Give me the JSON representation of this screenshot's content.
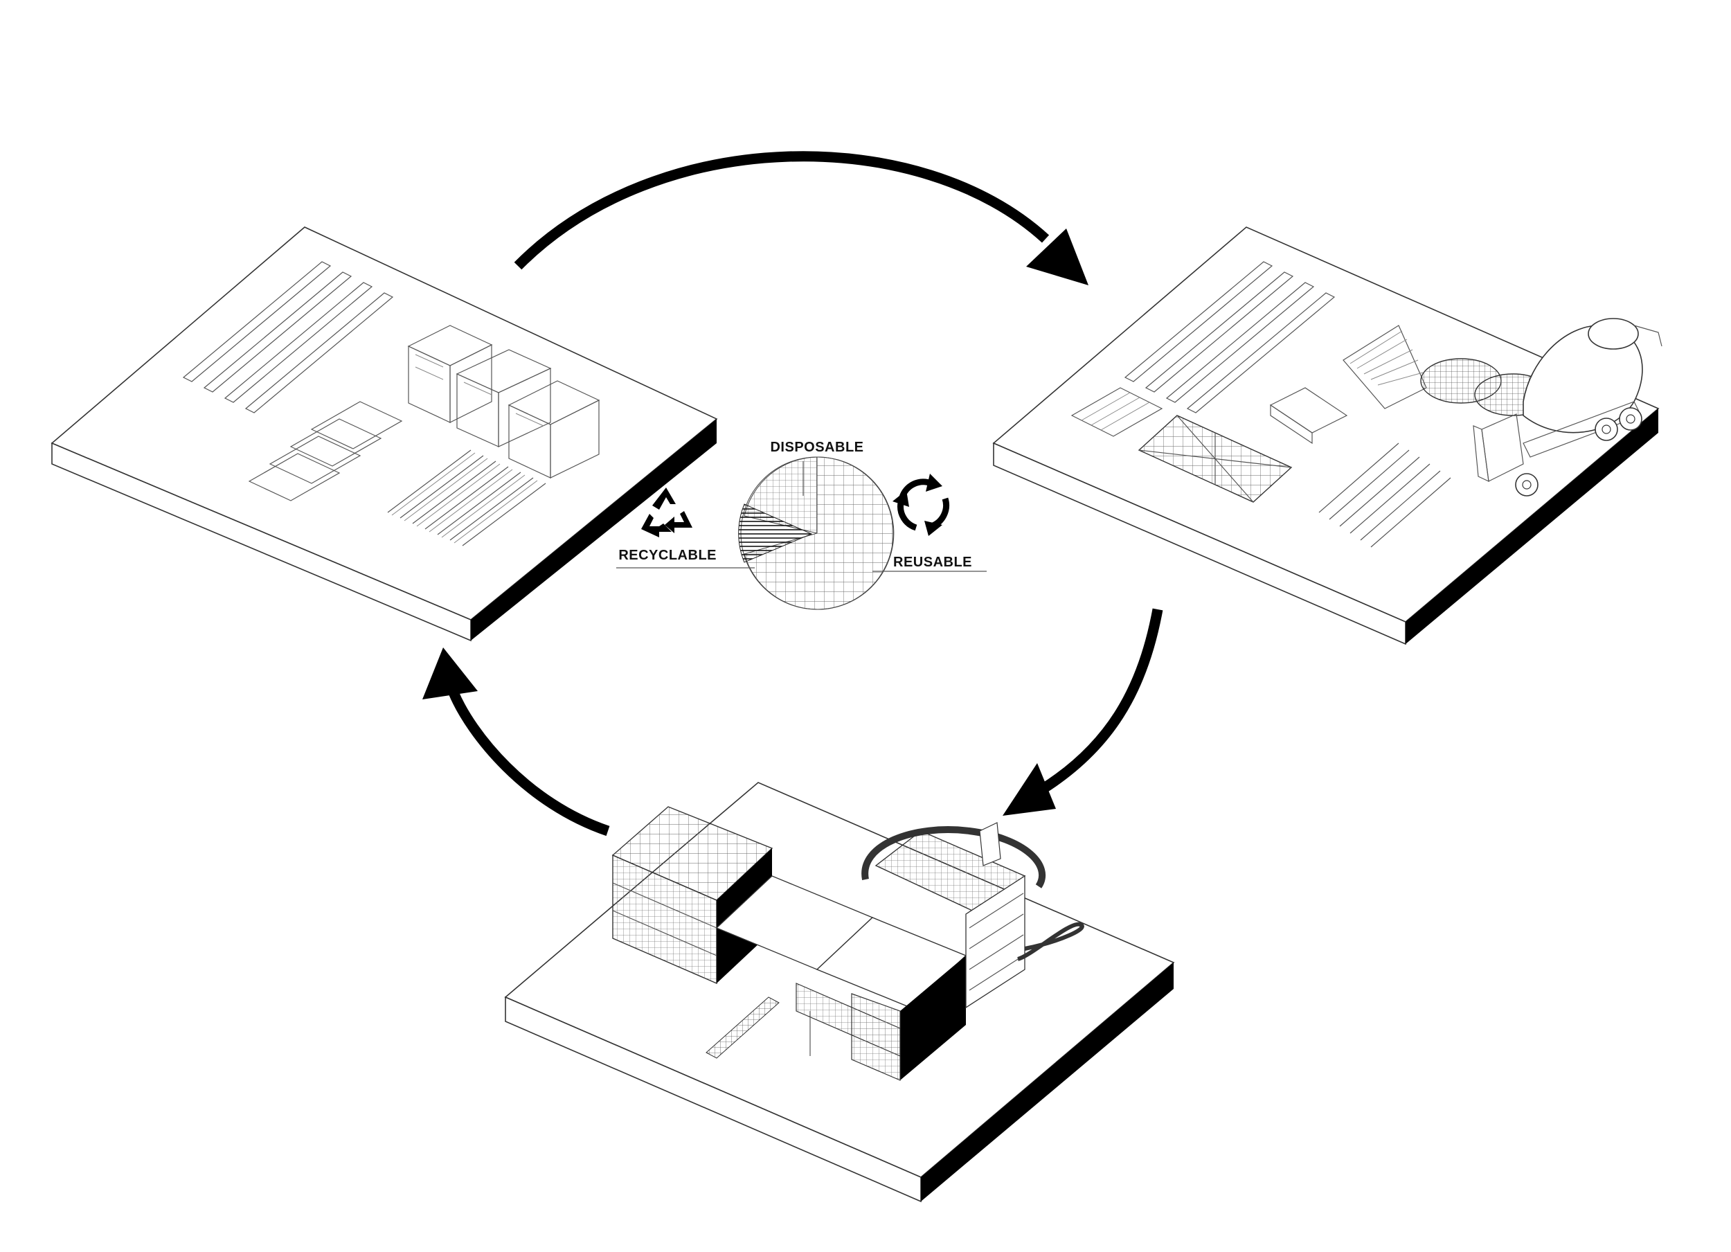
{
  "labels": {
    "disposable": "DISPOSABLE",
    "recyclable": "RECYCLABLE",
    "reusable": "REUSABLE"
  },
  "pie": {
    "segments": [
      "DISPOSABLE",
      "RECYCLABLE",
      "REUSABLE"
    ]
  },
  "icons": {
    "recyclable": "recycle-icon",
    "reusable": "cycle-arrows-icon"
  },
  "colors": {
    "ink": "#000000",
    "line": "#555555",
    "background": "#ffffff"
  }
}
